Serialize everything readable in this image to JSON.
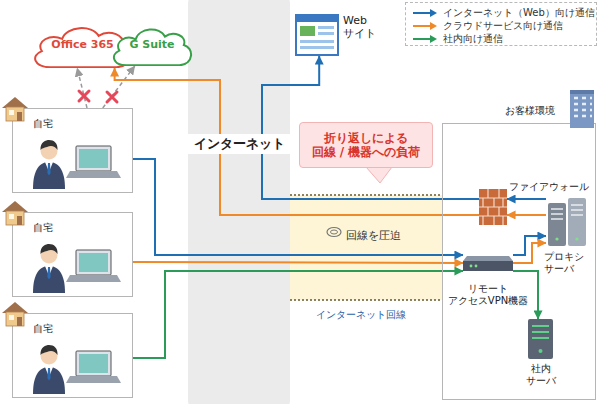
{
  "diagram": {
    "nodes": [
      {
        "text": [
          "Office 365"
        ]
      },
      {
        "text": [
          "G Suite"
        ]
      },
      {
        "text": [
          "Web サイト"
        ]
      },
      {
        "text": [
          "インターネット"
        ]
      },
      {
        "text": [
          "自宅"
        ]
      },
      {
        "text": [
          "自宅"
        ]
      },
      {
        "text": [
          "自宅"
        ]
      },
      {
        "text": [
          "お客様環境"
        ]
      },
      {
        "text": [
          "ファイアウォール"
        ],
        "in": 7
      },
      {
        "text": [
          "プロキシ サーバ"
        ],
        "in": 7
      },
      {
        "text": [
          "リモート アクセスVPN機器"
        ],
        "in": 7
      },
      {
        "text": [
          "社内 サーバ"
        ],
        "in": 7
      },
      {
        "text": [
          "折り返しによる 回線 / 機器への負荷"
        ]
      },
      {
        "text": [
          "回線を圧迫"
        ]
      }
    ],
    "edges": [
      {
        "from": 4,
        "to": 0,
        "arrow": "to"
      },
      {
        "from": 4,
        "to": 1,
        "arrow": "to"
      },
      {
        "from": 4,
        "to": 10,
        "arrow": "to"
      },
      {
        "from": 5,
        "to": 10,
        "arrow": "to"
      },
      {
        "from": 6,
        "to": 10,
        "arrow": "to"
      },
      {
        "from": 10,
        "to": 9,
        "arrow": "to"
      },
      {
        "from": 10,
        "to": 9,
        "arrow": "to"
      },
      {
        "from": 9,
        "to": 8,
        "arrow": "to"
      },
      {
        "from": 9,
        "to": 8,
        "arrow": "to"
      },
      {
        "from": 8,
        "to": 2,
        "arrow": "to"
      },
      {
        "from": 8,
        "to": 0,
        "arrow": "to"
      },
      {
        "from": 10,
        "to": 11,
        "arrow": "to"
      }
    ],
    "labels": [
      "インターネット回線"
    ],
    "legend": [
      {
        "text": "インターネット（Web）向け通信"
      },
      {
        "text": "クラウドサービス向け通信"
      },
      {
        "text": "社内向け通信"
      }
    ]
  }
}
